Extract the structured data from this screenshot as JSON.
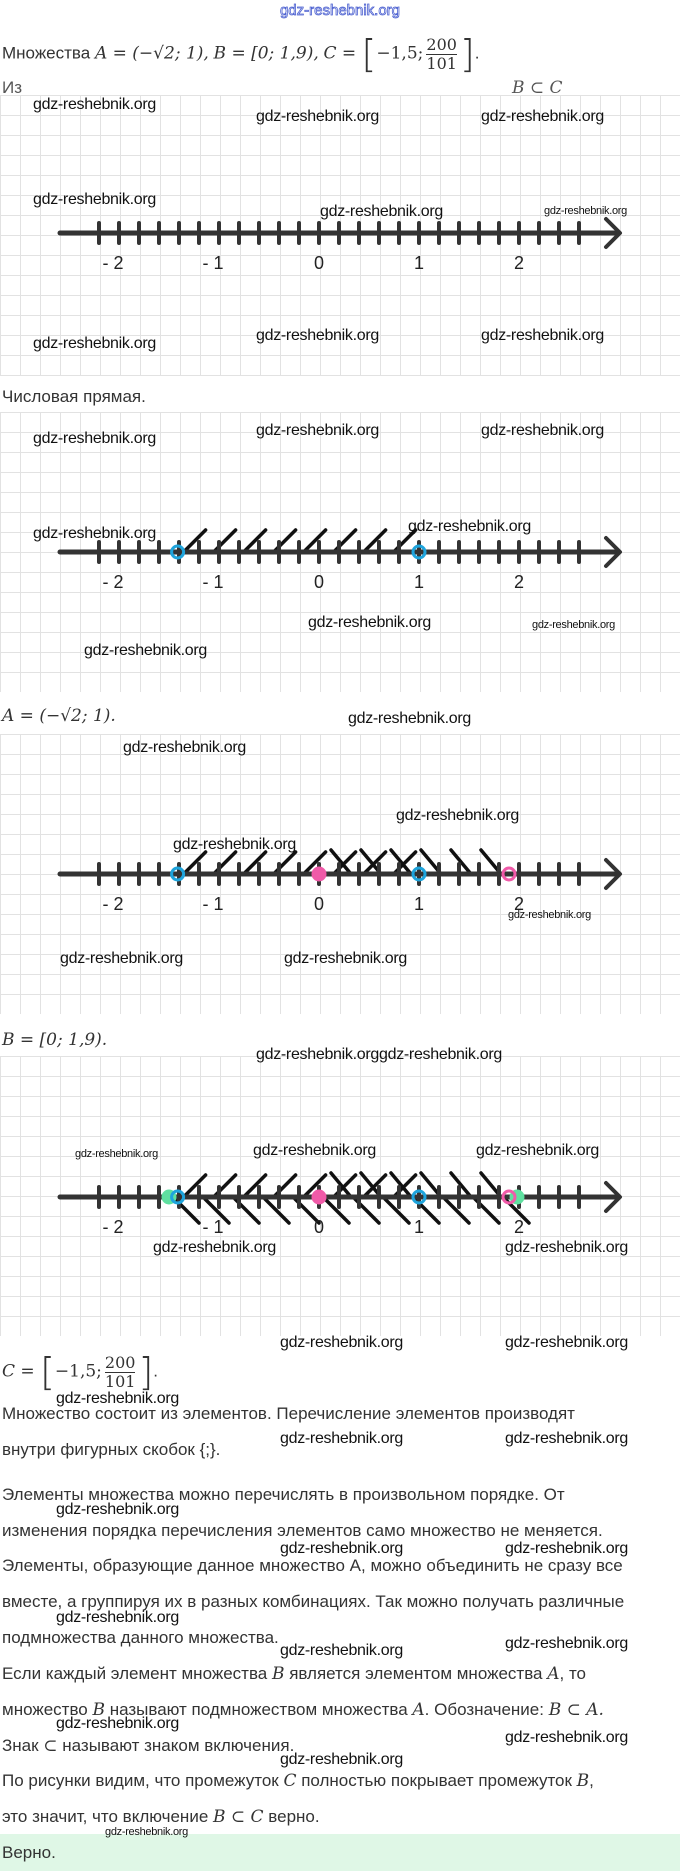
{
  "watermark": "gdz-reshebnik.org",
  "intro": {
    "word": "Множества",
    "A": "A = (−√2; 1),",
    "B": "B = [0; 1,9),",
    "C_pre": "C = ",
    "C_left": "−1,5;",
    "C_num": "200",
    "C_den": "101",
    "end": "."
  },
  "hidden_line": {
    "start": "Из",
    "end": "B ⊂ C"
  },
  "caption_numberline": "Числовая прямая.",
  "label_A": "A = (−√2; 1).",
  "label_B": "B = [0; 1,9).",
  "label_C": {
    "pre": "C = ",
    "left": "−1,5;",
    "num": "200",
    "den": "101",
    "end": "."
  },
  "tick_labels": [
    "- 2",
    "- 1",
    "0",
    "1",
    "2"
  ],
  "paragraphs": [
    "Множество состоит из элементов. Перечисление элементов производят",
    "внутри фигурных скобок {;}.",
    "Элементы множества можно перечислять в произвольном порядке. От",
    "изменения порядка перечисления элементов само множество не меняется.",
    "Элементы, образующие данное множество А, можно объединить не сразу все",
    "вместе, а группируя их в разных комбинациях. Так можно получать различные",
    "подмножества данного множества."
  ],
  "def": {
    "l1a": "Если каждый элемент множества ",
    "l1b": "B",
    "l1c": " является элементом множества ",
    "l1d": "A",
    "l1e": ", то",
    "l2a": "множество ",
    "l2b": "B",
    "l2c": " называют подмножеством множества ",
    "l2d": "A",
    "l2e": ". Обозначение: ",
    "l2f": "B ⊂ A.",
    "l3a": "Знак ",
    "l3b": "⊂",
    "l3c": " называют знаком включения."
  },
  "concl": {
    "l1a": "По рисунки видим, что промежуток ",
    "l1b": "C",
    "l1c": " полностью покрывает промежуток ",
    "l1d": "B",
    "l1e": ",",
    "l2a": "это значит, что включение ",
    "l2b": "B ⊂ C",
    "l2c": " верно."
  },
  "answer": "Верно.",
  "colors": {
    "A": "#1ea4dc",
    "B": "#f05aa8",
    "C": "#5fe0a0"
  },
  "number_lines": [
    {
      "points": [],
      "hatch": []
    },
    {
      "points": [
        {
          "x": -1.414,
          "color": "#1ea4dc",
          "filled": false
        },
        {
          "x": 1,
          "color": "#1ea4dc",
          "filled": false
        }
      ],
      "hatch": [
        {
          "from": -1.414,
          "to": 1,
          "style": "slash"
        }
      ]
    },
    {
      "points": [
        {
          "x": -1.414,
          "color": "#1ea4dc",
          "filled": false
        },
        {
          "x": 1,
          "color": "#1ea4dc",
          "filled": false
        },
        {
          "x": 0,
          "color": "#f05aa8",
          "filled": true
        },
        {
          "x": 1.9,
          "color": "#f05aa8",
          "filled": false
        }
      ],
      "hatch": [
        {
          "from": -1.414,
          "to": 1,
          "style": "slash"
        },
        {
          "from": 0,
          "to": 1.9,
          "style": "backslash"
        }
      ]
    },
    {
      "points": [
        {
          "x": -1.5,
          "color": "#5fe0a0",
          "filled": true
        },
        {
          "x": 1.98,
          "color": "#5fe0a0",
          "filled": true
        },
        {
          "x": -1.414,
          "color": "#1ea4dc",
          "filled": false
        },
        {
          "x": 1,
          "color": "#1ea4dc",
          "filled": false
        },
        {
          "x": 0,
          "color": "#f05aa8",
          "filled": true
        },
        {
          "x": 1.9,
          "color": "#f05aa8",
          "filled": false
        }
      ],
      "hatch": [
        {
          "from": -1.414,
          "to": 1,
          "style": "slash"
        },
        {
          "from": 0,
          "to": 1.9,
          "style": "backslash"
        },
        {
          "from": -1.5,
          "to": 1.98,
          "style": "below"
        }
      ]
    }
  ]
}
